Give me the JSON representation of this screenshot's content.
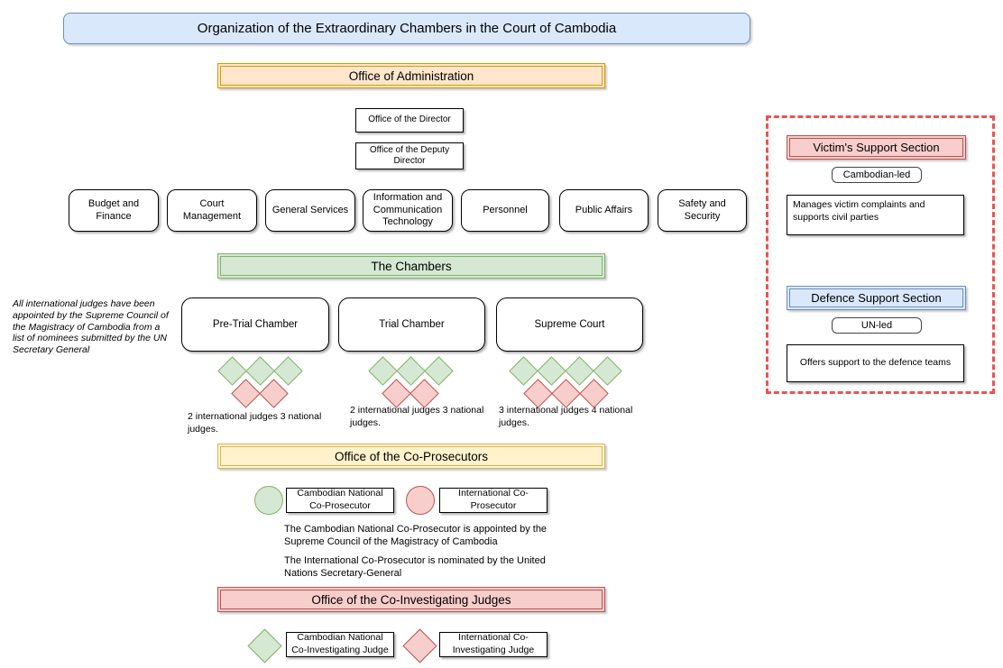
{
  "title": "Organization of the Extraordinary Chambers in the Court of Cambodia",
  "colors": {
    "blue_fill": "#dae8fc",
    "blue_border": "#6c8ebf",
    "orange_fill": "#ffe6cc",
    "orange_border": "#d79b00",
    "green_fill": "#d5e8d4",
    "green_border": "#82b366",
    "yellow_fill": "#fff2cc",
    "yellow_border": "#d6b656",
    "red_fill": "#f8cecc",
    "red_border": "#b85450",
    "panel_dash": "#ea5550"
  },
  "administration": {
    "banner": "Office of Administration",
    "director": "Office of the Director",
    "deputy_director": "Office of the Deputy Director",
    "departments": [
      "Budget and Finance",
      "Court Management",
      "General Services",
      "Information and Communication Technology",
      "Personnel",
      "Public Affairs",
      "Safety and Security"
    ]
  },
  "chambers": {
    "banner": "The Chambers",
    "note": "All international judges have been appointed by the Supreme Council of the Magistracy of Cambodia from a list of nominees submitted by the UN Secretary General",
    "items": [
      {
        "name": "Pre-Trial Chamber",
        "national_judges": 3,
        "international_judges": 2,
        "caption": "2 international judges 3 national judges."
      },
      {
        "name": "Trial Chamber",
        "national_judges": 3,
        "international_judges": 2,
        "caption": "2 international judges 3 national judges."
      },
      {
        "name": "Supreme Court",
        "national_judges": 4,
        "international_judges": 3,
        "caption": "3 international judges 4 national judges."
      }
    ]
  },
  "co_prosecutors": {
    "banner": "Office of the Co-Prosecutors",
    "national_label": "Cambodian National Co-Prosecutor",
    "international_label": "International Co-Prosecutor",
    "note_national": "The Cambodian National Co-Prosecutor is appointed by the Supreme Council of the Magistracy of Cambodia",
    "note_international": "The International Co-Prosecutor is nominated by the United Nations Secretary-General"
  },
  "co_investigating": {
    "banner": "Office of the Co-Investigating Judges",
    "national_label": "Cambodian National Co-Investigating Judge",
    "international_label": "International Co-Investigating Judge"
  },
  "support_sections": {
    "victims": {
      "banner": "Victim's Support Section",
      "lead": "Cambodian-led",
      "description": "Manages victim complaints and supports civil parties"
    },
    "defence": {
      "banner": "Defence Support Section",
      "lead": "UN-led",
      "description": "Offers support to the defence teams"
    }
  }
}
